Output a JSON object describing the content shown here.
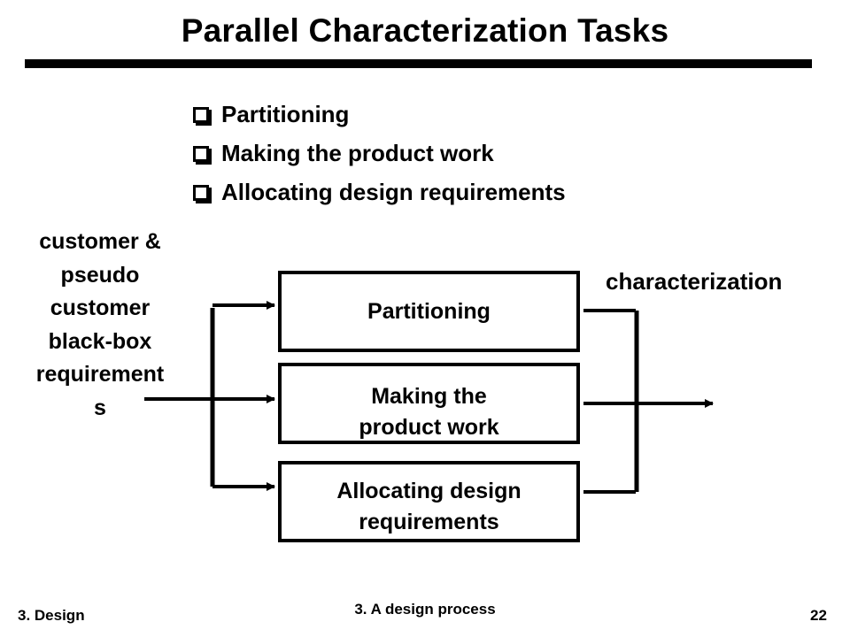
{
  "slide": {
    "title": "Parallel Characterization Tasks",
    "bullets": [
      "Partitioning",
      "Making the product work",
      "Allocating design requirements"
    ]
  },
  "diagram": {
    "input_lines": [
      "customer &",
      "pseudo",
      "customer",
      "black-box",
      "requirement",
      "s"
    ],
    "output_label": "characterization",
    "boxes": [
      {
        "lines": [
          "Partitioning"
        ]
      },
      {
        "lines": [
          "Making the",
          "product work"
        ]
      },
      {
        "lines": [
          "Allocating design",
          "requirements"
        ]
      }
    ]
  },
  "footer": {
    "left": "3. Design",
    "center": "3. A design process",
    "page_number": "22"
  }
}
